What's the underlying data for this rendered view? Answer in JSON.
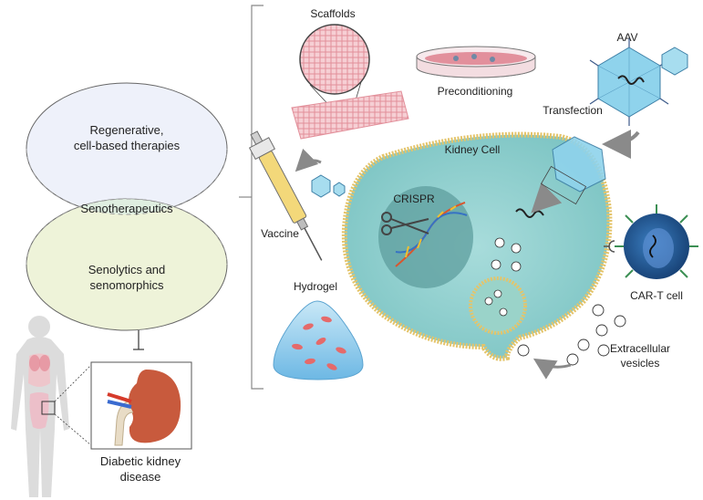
{
  "venn": {
    "top": "Regenerative,",
    "top2": "cell-based therapies",
    "middle": "Senotherapeutics",
    "bottom": "Senolytics and",
    "bottom2": "senomorphics"
  },
  "disease": {
    "line1": "Diabetic kidney",
    "line2": "disease"
  },
  "labels": {
    "scaffolds": "Scaffolds",
    "preconditioning": "Preconditioning",
    "aav": "AAV",
    "transfection": "Transfection",
    "kidney_cell": "Kidney Cell",
    "crispr": "CRISPR",
    "vaccine": "Vaccine",
    "hydrogel": "Hydrogel",
    "car_t": "CAR-T cell",
    "ev1": "Extracellular",
    "ev2": "vesicles"
  },
  "colors": {
    "venn_top": "#eef1fa",
    "venn_bottom": "#eef3d9",
    "cell_fill": "#8fd0cf",
    "nucleus": "#5e9e9d",
    "membrane": "#e4c46a",
    "aav": "#8fd3ec",
    "car_t": "#1f5d9c",
    "hydrogel": "#8cc9ec",
    "scaffold": "#f0b9c0"
  }
}
